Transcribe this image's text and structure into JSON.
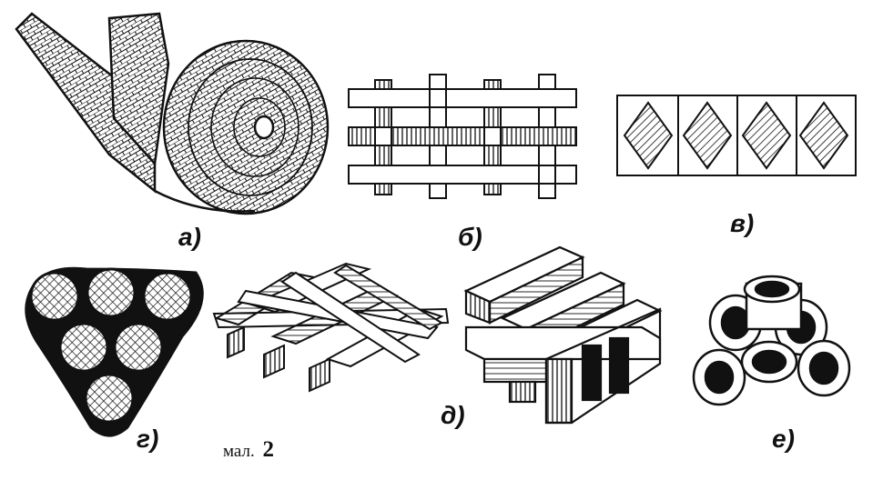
{
  "figure": {
    "labels": {
      "a": "а)",
      "b": "б)",
      "v": "в)",
      "g": "г)",
      "d": "д)",
      "e": "е)"
    },
    "caption": {
      "prefix": "мал.",
      "number": "2"
    }
  }
}
